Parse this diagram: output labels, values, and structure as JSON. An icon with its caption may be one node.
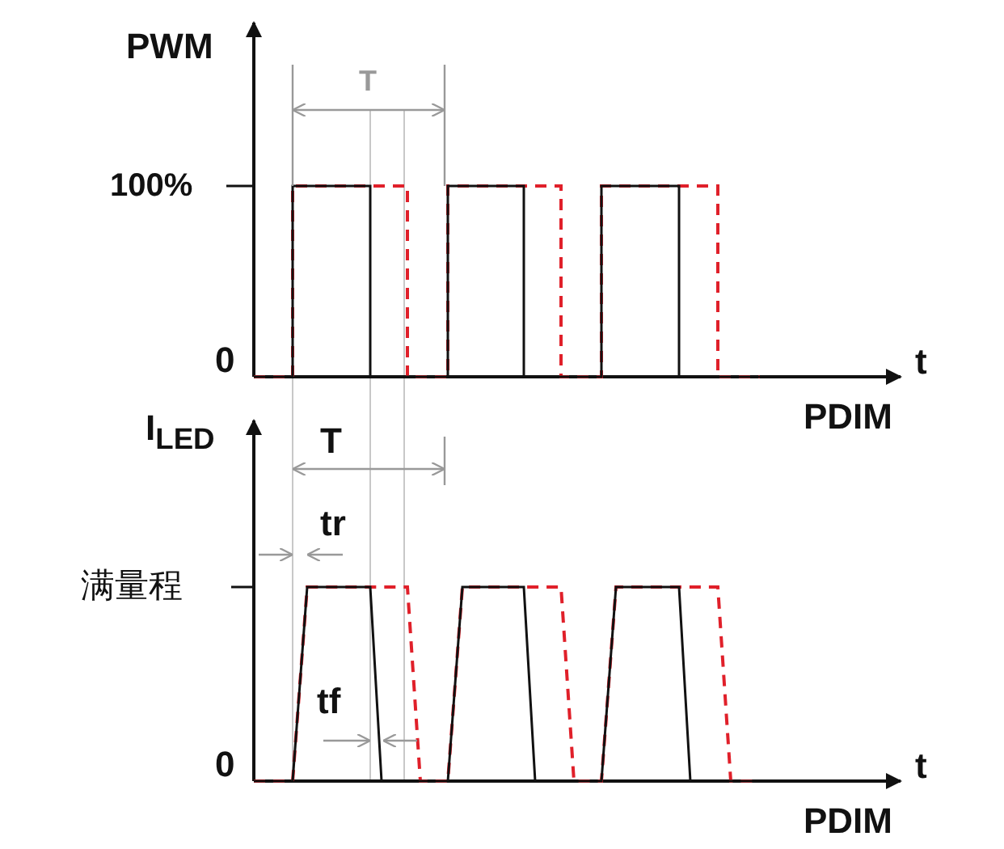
{
  "diagram": {
    "labels": [
      "PWM",
      "T",
      "100%",
      "0",
      "t",
      "PDIM",
      "I$_{LED}$",
      "T",
      "tr",
      "满量程",
      "tf",
      "0",
      "t",
      "PDIM"
    ]
  }
}
